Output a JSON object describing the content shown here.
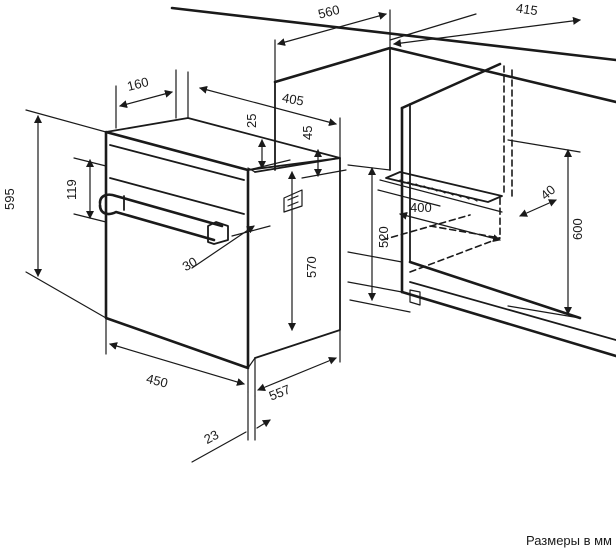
{
  "dimensions": {
    "d560": "560",
    "d415": "415",
    "d160": "160",
    "d405": "405",
    "d25": "25",
    "d45": "45",
    "d595": "595",
    "d119": "119",
    "d40": "40",
    "d400": "400",
    "d520": "520",
    "d600": "600",
    "d30": "30",
    "d570": "570",
    "d450": "450",
    "d557": "557",
    "d23": "23"
  },
  "caption": "Размеры в мм"
}
